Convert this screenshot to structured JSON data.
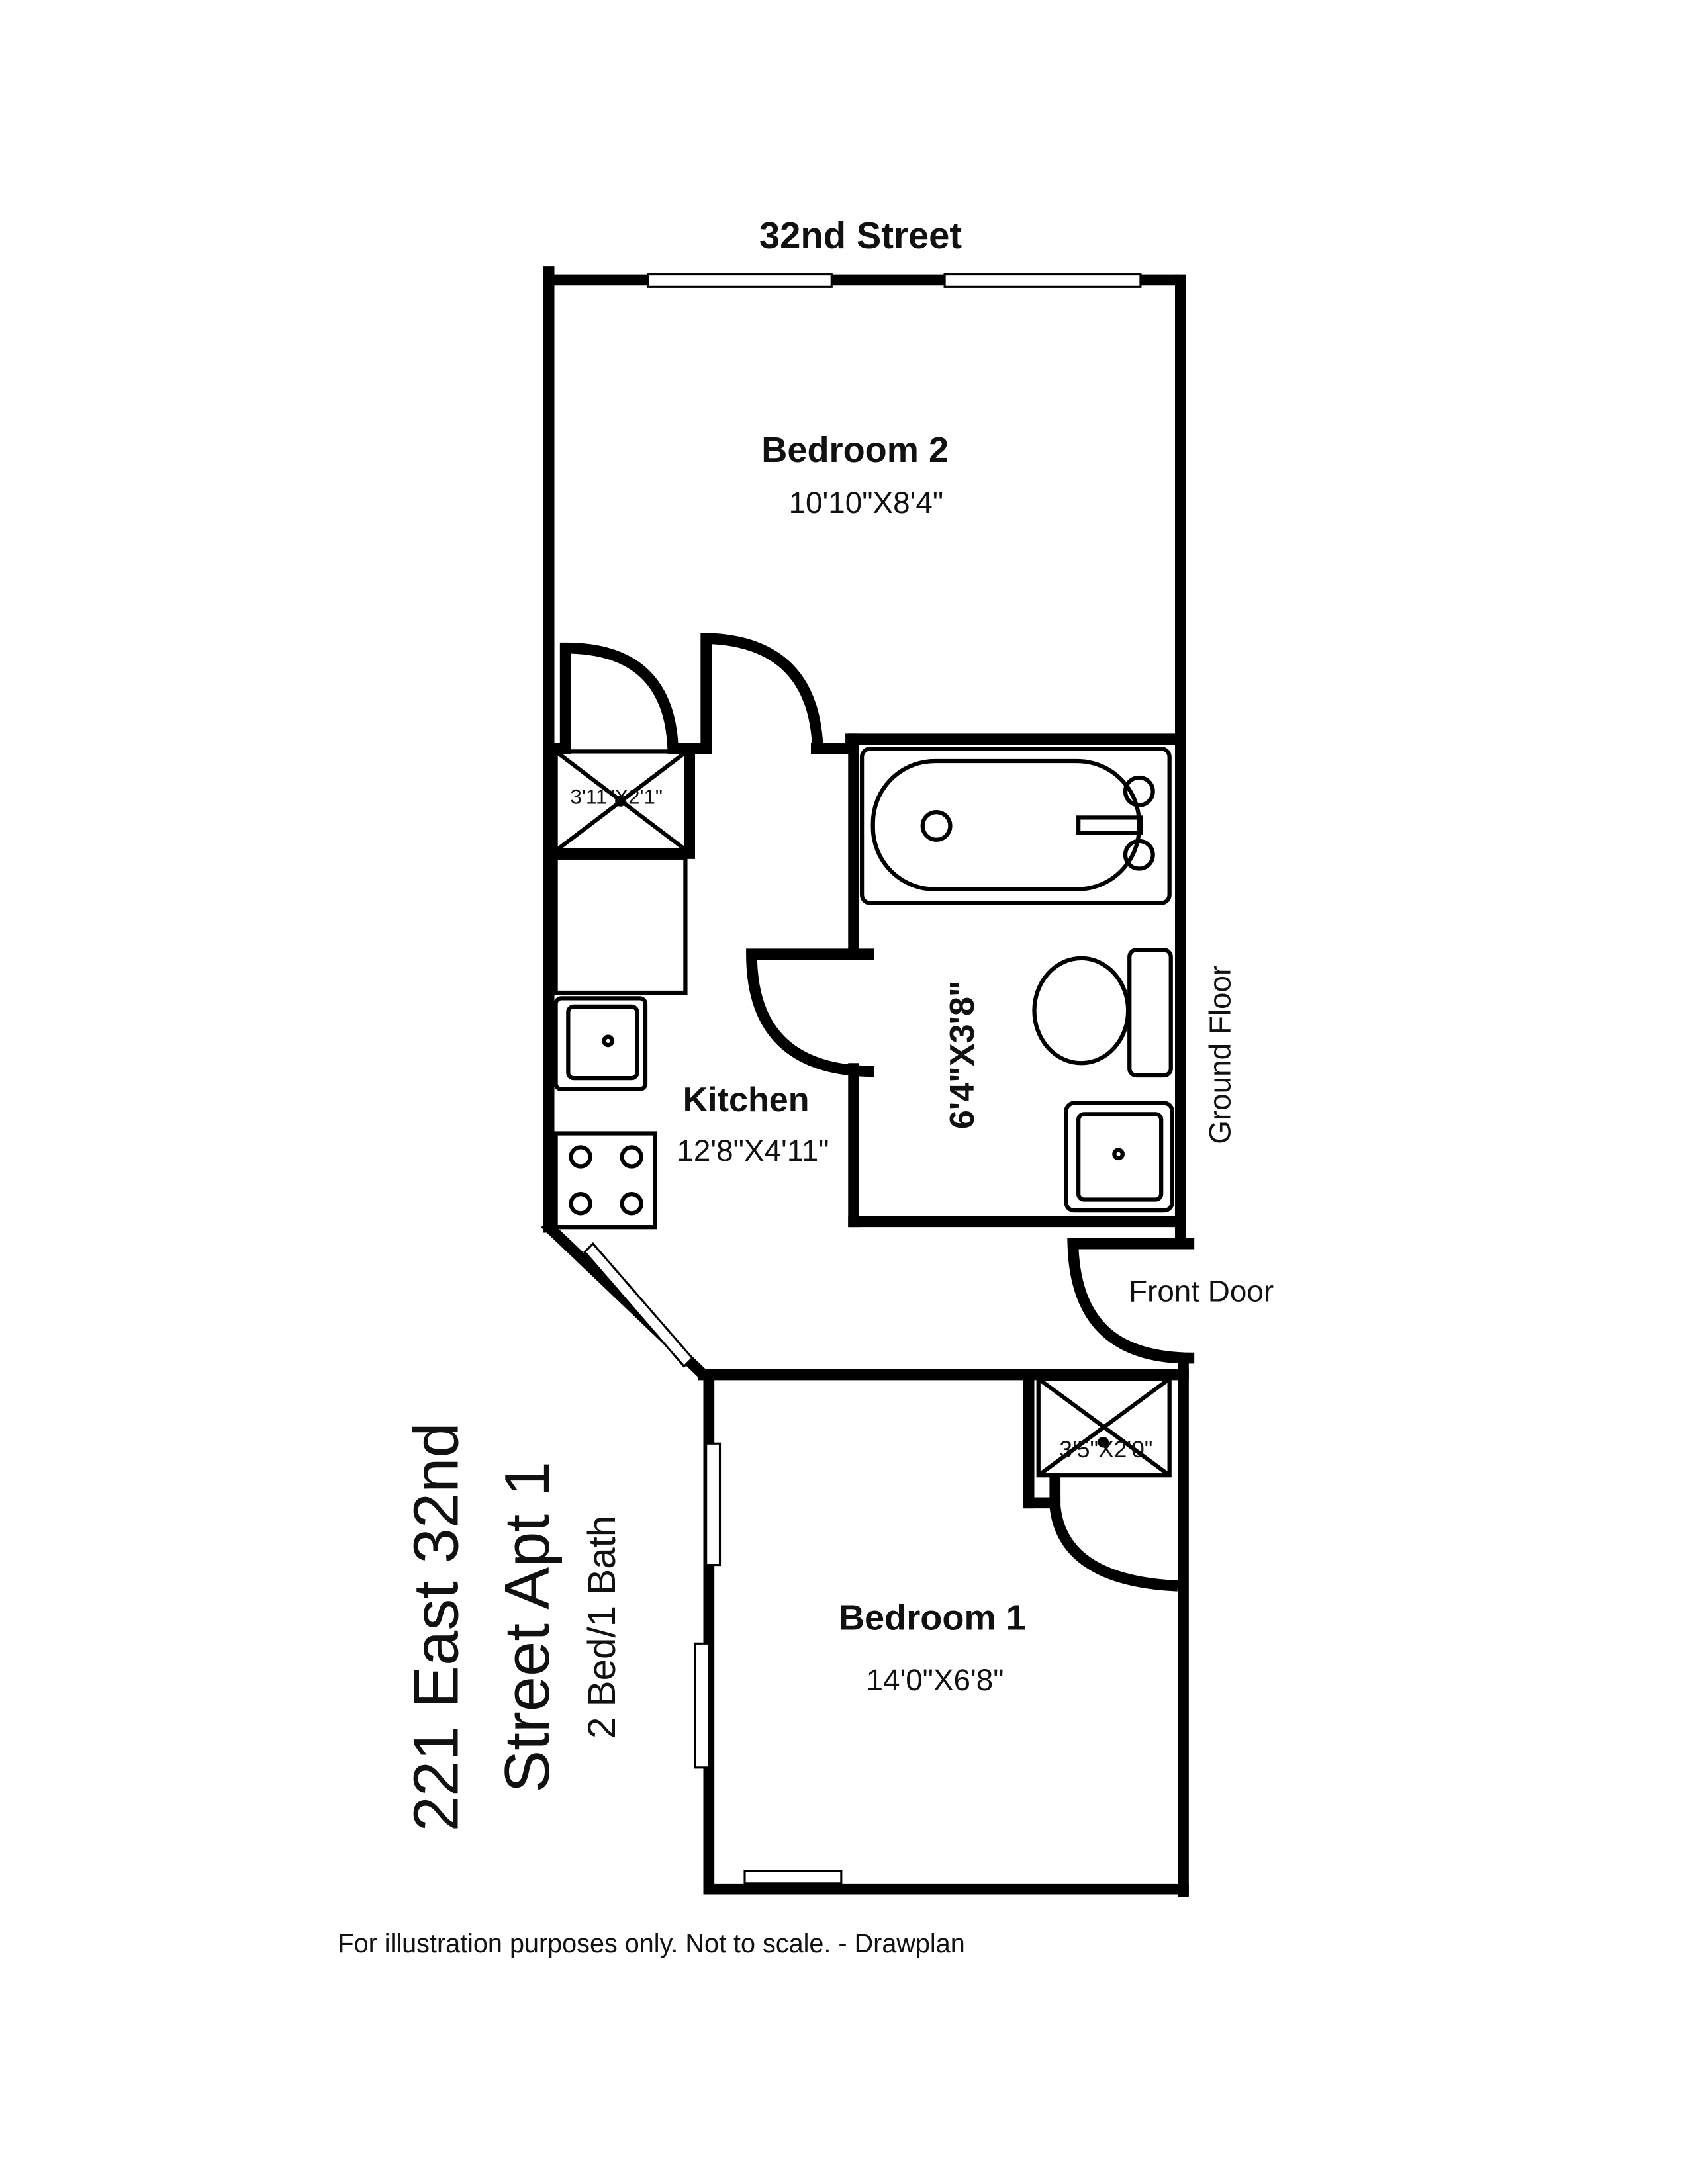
{
  "street_label": "32nd Street",
  "rooms": {
    "bedroom2": {
      "name": "Bedroom 2",
      "size": "10'10\"X8'4\""
    },
    "closet1": {
      "size": "3'11\"X2'1\""
    },
    "kitchen": {
      "name": "Kitchen",
      "size": "12'8\"X4'11\""
    },
    "bathroom": {
      "size": "6'4\"X3'8\""
    },
    "closet2": {
      "size": "3'5\"X2'0\""
    },
    "bedroom1": {
      "name": "Bedroom 1",
      "size": "14'0\"X6'8\""
    }
  },
  "floor_label": "Ground Floor",
  "front_door_label": "Front Door",
  "address": {
    "line1": "221 East 32nd",
    "line2": "Street Apt 1",
    "line3": "2 Bed/1 Bath"
  },
  "footer": "For illustration purposes only. Not to scale. - Drawplan"
}
